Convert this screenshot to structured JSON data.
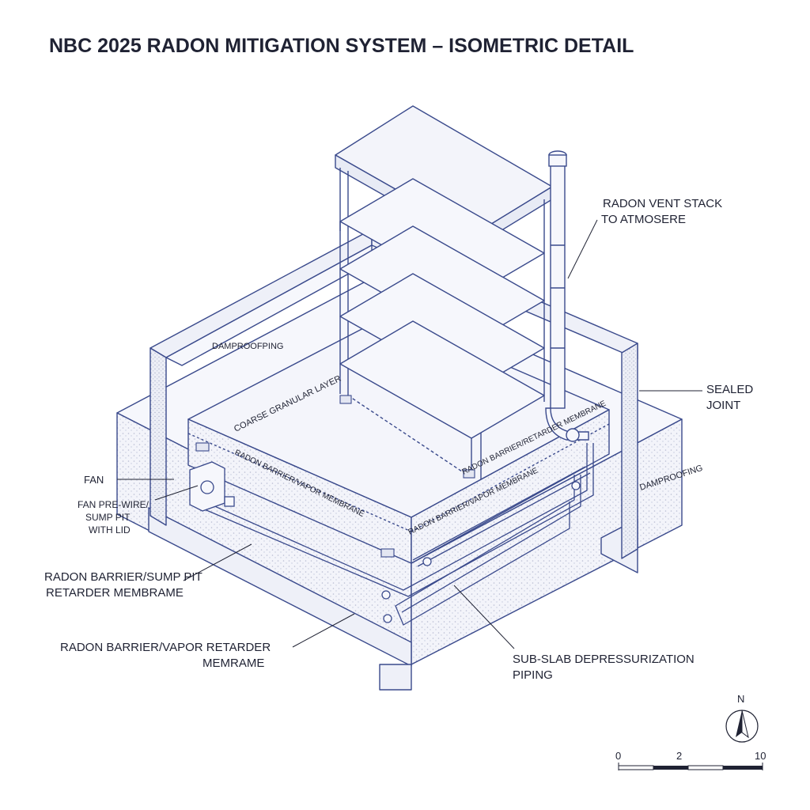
{
  "title": "NBC 2025 RADON MITIGATION SYSTEM – ISOMETRIC DETAIL",
  "labels": {
    "vent_stack_1": "RADON VENT STACK",
    "vent_stack_2": "TO ATMOSERE",
    "sealed_joint_1": "SEALED",
    "sealed_joint_2": "JOINT",
    "dampproofing_left": "DAMPROOFPING",
    "dampproofing_right": "DAMPROOFING",
    "coarse_granular": "COARSE GRANULAR LAYER",
    "membrane_slab_left": "RADON BARRIER/VAPOR MEMBRANE",
    "membrane_slab_right": "RADON BARRIER/RETARDER MEMBRANE",
    "membrane_slab_front": "RADON BARRIER/VAPOR MEMBRANE",
    "fan": "FAN",
    "fan_prewire_1": "FAN PRE-WIRE/",
    "fan_prewire_2": "SUMP PIT",
    "fan_prewire_3": "WITH LID",
    "barrier_sump_1": "RADON BARRIER/SUMP PIT",
    "barrier_sump_2": "RETARDER MEMBRAME",
    "barrier_vapor_1": "RADON BARRIER/VAPOR RETARDER",
    "barrier_vapor_2": "MEMRAME",
    "subslab_1": "SUB-SLAB DEPRESSURIZATION",
    "subslab_2": "PIPING"
  },
  "compass": {
    "label": "N"
  },
  "scale_bar": {
    "ticks": [
      "0",
      "2",
      "10"
    ]
  },
  "colors": {
    "line": "#3a4a8c",
    "fill_light": "#eef0f8",
    "fill_top": "#f6f7fc",
    "gravel": "#c9cde0",
    "text": "#1f2233"
  }
}
